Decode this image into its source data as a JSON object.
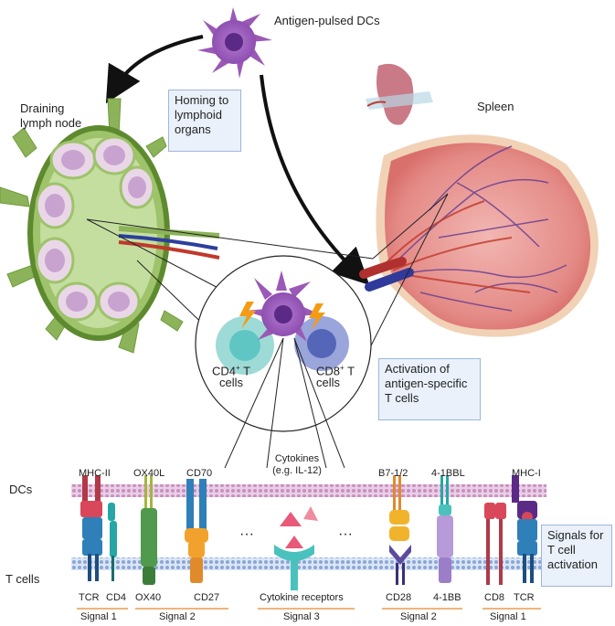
{
  "labels": {
    "dcs_top": "Antigen-pulsed DCs",
    "draining_line1": "Draining",
    "draining_line2": "lymph node",
    "spleen": "Spleen",
    "cd4_line1": "CD4",
    "cd4_sup": "+",
    "cd4_t": "T",
    "cd4_line2": "cells",
    "cd8_line1": "CD8",
    "cd8_sup": "+",
    "cd8_t": "T",
    "cd8_line2": "cells",
    "cytokines_line1": "Cytokines",
    "cytokines_line2": "(e.g. IL-12)",
    "dots": "···"
  },
  "boxes": {
    "homing": [
      "Homing to",
      "lymphoid",
      "organs"
    ],
    "activation": [
      "Activation of",
      "antigen-specific",
      "T cells"
    ],
    "signals": [
      "Signals for",
      "T cell",
      "activation"
    ]
  },
  "rows": {
    "dcs": "DCs",
    "tcells": "T cells"
  },
  "top_molecules": [
    "MHC-II",
    "OX40L",
    "CD70",
    "B7-1/2",
    "4-1BBL",
    "MHC-I"
  ],
  "bottom_molecules": [
    "TCR",
    "CD4",
    "OX40",
    "CD27",
    "Cytokine receptors",
    "CD28",
    "4-1BB",
    "CD8",
    "TCR"
  ],
  "signals": [
    "Signal 1",
    "Signal 2",
    "Signal 3",
    "Signal 2",
    "Signal 1"
  ],
  "colors": {
    "dc_purple": "#9b59b6",
    "dc_dark": "#5b2a86",
    "cd4_teal": "#5fc6c4",
    "cd8_blue": "#5566b8",
    "membrane_pink": "#c98fc0",
    "membrane_blue": "#8aa7d8",
    "lymph_green": "#6e9b3a",
    "spleen_red": "#d96a6a",
    "box_fill": "#eaf1fb",
    "signal_line": "#e08a2c"
  }
}
